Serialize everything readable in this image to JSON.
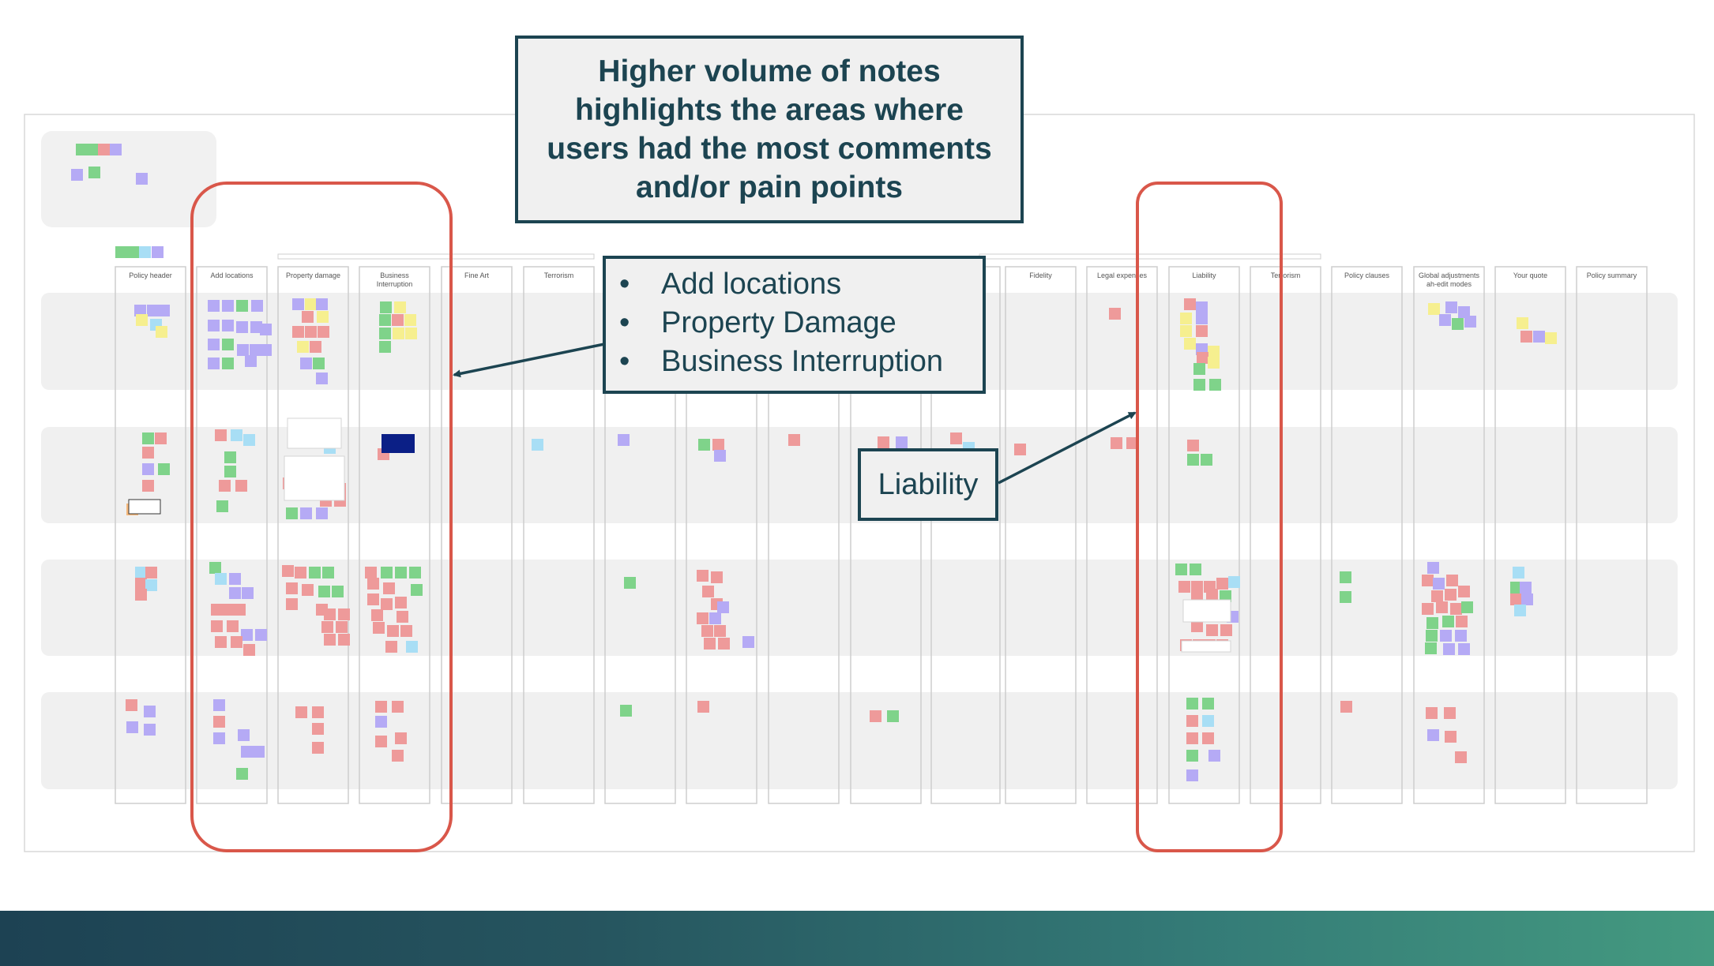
{
  "board": {
    "columns": [
      "Policy header",
      "Add locations",
      "Property damage",
      "Business Interruption",
      "Fine Art",
      "Terrorism",
      "",
      "",
      "",
      "",
      "",
      "Fidelity",
      "Legal expenses",
      "Liability",
      "Terrorism",
      "Policy clauses",
      "Global adjustments ah-edit modes",
      "Your quote",
      "Policy summary"
    ],
    "note_colors": {
      "green": "#7fd38a",
      "purple": "#b5aaf5",
      "pink": "#ee9a9a",
      "yellow": "#f6ef8f",
      "blue": "#a8def5",
      "orange": "#f6b97d"
    },
    "highlight_color": "#d9574a"
  },
  "callouts": {
    "headline": "Higher volume of notes highlights the areas where users had the most comments and/or pain points",
    "areas": [
      "Add locations",
      "Property Damage",
      "Business Interruption"
    ],
    "liability": "Liability"
  },
  "footer": {
    "colors": [
      "#1d4253",
      "#449a80"
    ]
  }
}
